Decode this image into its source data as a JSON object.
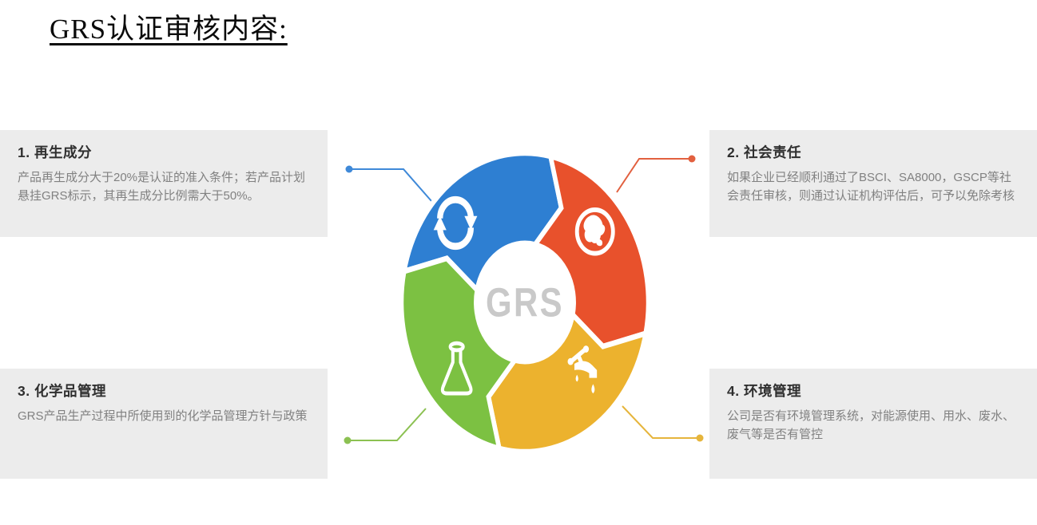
{
  "page": {
    "title": "GRS认证审核内容:"
  },
  "diagram": {
    "center_label": "GRS",
    "center_label_color": "#c9c9c9",
    "segments": [
      {
        "id": "recycled-content",
        "position": "top-left",
        "color": "#2e7fd2",
        "icon": "recycle-arrows-icon"
      },
      {
        "id": "social-responsibility",
        "position": "top-right",
        "color": "#e8512c",
        "icon": "globe-icon"
      },
      {
        "id": "environment-management",
        "position": "bottom-right",
        "color": "#ecb22e",
        "icon": "faucet-icon"
      },
      {
        "id": "chemical-management",
        "position": "bottom-left",
        "color": "#7cc142",
        "icon": "flask-icon"
      }
    ],
    "connectors": [
      {
        "links": "box1-recycled-content",
        "color": "#3f89d8"
      },
      {
        "links": "box2-social-responsibility",
        "color": "#e2603f"
      },
      {
        "links": "box3-chemical-management",
        "color": "#8cc152"
      },
      {
        "links": "box4-environment-management",
        "color": "#e6b53c"
      }
    ]
  },
  "boxes": [
    {
      "heading": "1. 再生成分",
      "body": "产品再生成分大于20%是认证的准入条件；若产品计划悬挂GRS标示，其再生成分比例需大于50%。"
    },
    {
      "heading": "2. 社会责任",
      "body": "如果企业已经顺利通过了BSCI、SA8000，GSCP等社会责任审核，则通过认证机构评估后，可予以免除考核"
    },
    {
      "heading": "3. 化学品管理",
      "body": "GRS产品生产过程中所使用到的化学品管理方针与政策"
    },
    {
      "heading": "4. 环境管理",
      "body": "公司是否有环境管理系统，对能源使用、用水、废水、废气等是否有管控"
    }
  ]
}
